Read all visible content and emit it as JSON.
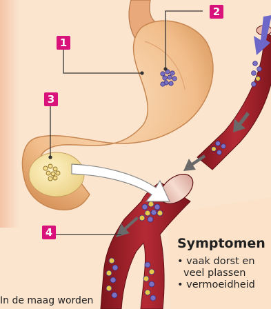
{
  "colors": {
    "marker": "#d8127a",
    "stomach": "#f3c08d",
    "vessel": "#a3202a",
    "tissue_panel": "#fbe2c8",
    "glucose": "#e8c84a",
    "cell": "#6a5bb0",
    "arrow_grey": "#6a6a6a",
    "arrow_blue": "#6c67c8"
  },
  "markers": {
    "m1": "1",
    "m2": "2",
    "m3": "3",
    "m4": "4"
  },
  "symptoms": {
    "title": "Symptomen",
    "items": [
      {
        "text": "• vaak dorst en",
        "indent": false
      },
      {
        "text": "veel plassen",
        "indent": true
      },
      {
        "text": "• vermoeidheid",
        "indent": false
      }
    ]
  },
  "caption": "In de maag worden"
}
